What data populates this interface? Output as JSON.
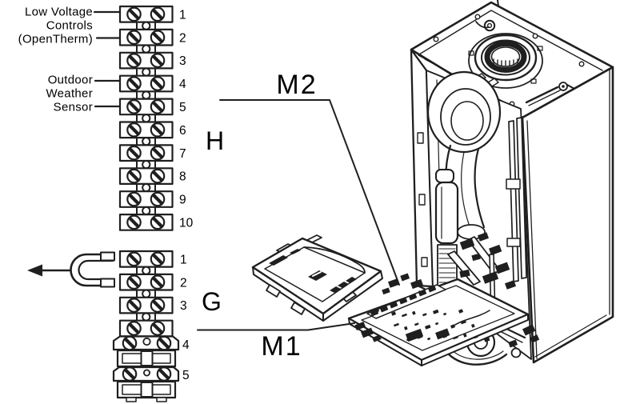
{
  "diagram": {
    "background": "#ffffff",
    "line_color": "#1f1f1f",
    "text_color": "#000000",
    "labels": {
      "low_voltage_1": "Low Voltage",
      "low_voltage_2": "Controls",
      "low_voltage_3": "(OpenTherm)",
      "outdoor_1": "Outdoor",
      "outdoor_2": "Weather",
      "outdoor_3": "Sensor",
      "block_h": "H",
      "block_g": "G",
      "connector_m2": "M2",
      "connector_m1": "M1"
    },
    "terminal_block_h": {
      "numbers": [
        "1",
        "2",
        "3",
        "4",
        "5",
        "6",
        "7",
        "8",
        "9",
        "10"
      ]
    },
    "terminal_block_g": {
      "numbers": [
        "1",
        "2",
        "3",
        "4",
        "5"
      ]
    }
  }
}
